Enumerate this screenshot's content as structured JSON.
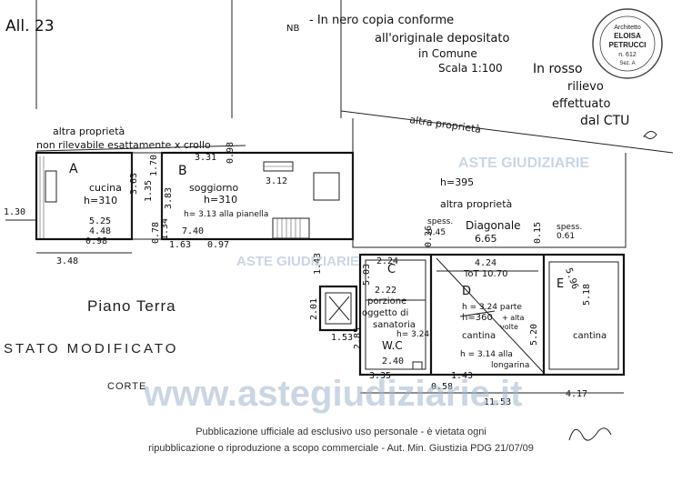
{
  "header": {
    "attachment_code": "All. 23",
    "nb_label": "NB",
    "note_line1": "- In nero copia conforme",
    "note_line2": "all'originale depositato",
    "note_line3": "in Comune",
    "scale": "Scala 1:100",
    "red_note_line1": "In rosso",
    "red_note_line2": "rilievo",
    "red_note_line3": "effettuato",
    "red_note_line4": "dal CTU"
  },
  "stamp": {
    "line1": "Architetto",
    "line2": "ELOISA",
    "line3": "PETRUCCI",
    "line4": "n. 612",
    "line5": "Sez. A"
  },
  "annotations": {
    "altra_proprieta_top_left": "altra proprietà",
    "altra_proprieta_top_right": "altra proprietà",
    "altra_proprieta_mid": "altra proprietà",
    "crollo_note": "non rilevabile esattamente x crollo",
    "diagonale_label": "Diagonale",
    "diagonale_value": "6.65",
    "spess_left": "spess.",
    "spess_left_value": "0.45",
    "spess_right": "spess.",
    "spess_right_value": "0.61",
    "tot": "ToT 10.70",
    "piano_terra": "Piano Terra",
    "stato_modificato": "STATO MODIFICATO",
    "corte": "CORTE"
  },
  "rooms": {
    "a_letter": "A",
    "a_name": "cucina",
    "a_height": "h=310",
    "b_letter": "B",
    "b_name": "soggiorno",
    "b_height": "h=310",
    "b_note": "h= 3.13 alla pianella",
    "top_right_height": "h=395",
    "c_letter": "C",
    "c_name_line1": "porzione",
    "c_name_line2": "oggetto di",
    "c_name_line3": "sanatoria",
    "c_height": "h= 3.24",
    "wc": "W.C",
    "d_letter": "D",
    "d_note_line1": "h = 3.24 parte",
    "d_note_line2": "+ alta",
    "d_note_line3": "volte",
    "d_name": "cantina",
    "d_height_old": "h=360",
    "d_note2_line1": "h = 3.14 alla",
    "d_note2_line2": "longarina",
    "e_letter": "E",
    "e_name": "cantina"
  },
  "dimensions": [
    "3.31",
    "0.98",
    "1.70",
    "3.63",
    "3.12",
    "1.35",
    "3.83",
    "5.25",
    "4.48",
    "0.98",
    "7.40",
    "1.63",
    "0.97",
    "0.78",
    "1.34",
    "3.48",
    "1.30",
    "1.43",
    "2.24",
    "4.24",
    "0.15",
    "5.96",
    "0.36",
    "5.03",
    "5.18",
    "2.22",
    "2.01",
    "1.53",
    "2.85",
    "2.40",
    "5.20",
    "3.35",
    "1.43",
    "0.58",
    "11.53",
    "4.17"
  ],
  "watermark": {
    "text": "ASTE GIUDIZIARIE",
    "url": "www.astegiudiziarie.it"
  },
  "footer": {
    "line1": "Pubblicazione ufficiale ad esclusivo uso personale - è vietata ogni",
    "line2": "ripubblicazione o riproduzione a scopo commerciale - Aut. Min. Giustizia PDG 21/07/09"
  }
}
